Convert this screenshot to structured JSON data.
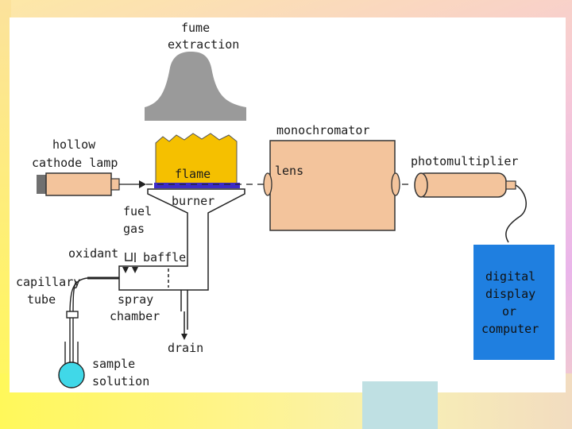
{
  "diagram": {
    "labels": {
      "fume_extraction_line1": "fume",
      "fume_extraction_line2": "extraction",
      "hollow_cathode_line1": "hollow",
      "hollow_cathode_line2": "cathode lamp",
      "flame": "flame",
      "burner": "burner",
      "fuel_line1": "fuel",
      "fuel_line2": "gas",
      "oxidant": "oxidant",
      "baffle": "baffle",
      "capillary_line1": "capillary",
      "capillary_line2": "tube",
      "spray_line1": "spray",
      "spray_line2": "chamber",
      "drain": "drain",
      "sample_line1": "sample",
      "sample_line2": "solution",
      "monochromator": "monochromator",
      "lens": "lens",
      "photomultiplier": "photomultiplier",
      "display_line1": "digital",
      "display_line2": "display",
      "display_line3": "or",
      "display_line4": "computer"
    },
    "colors": {
      "fume_hood": "#9a9a9a",
      "lamp_body": "#f3c49c",
      "flame": "#f5c000",
      "burner_head": "#3d2cc8",
      "monochromator": "#f3c49c",
      "display": "#1f7fe0",
      "sample": "#40d8e8"
    }
  }
}
